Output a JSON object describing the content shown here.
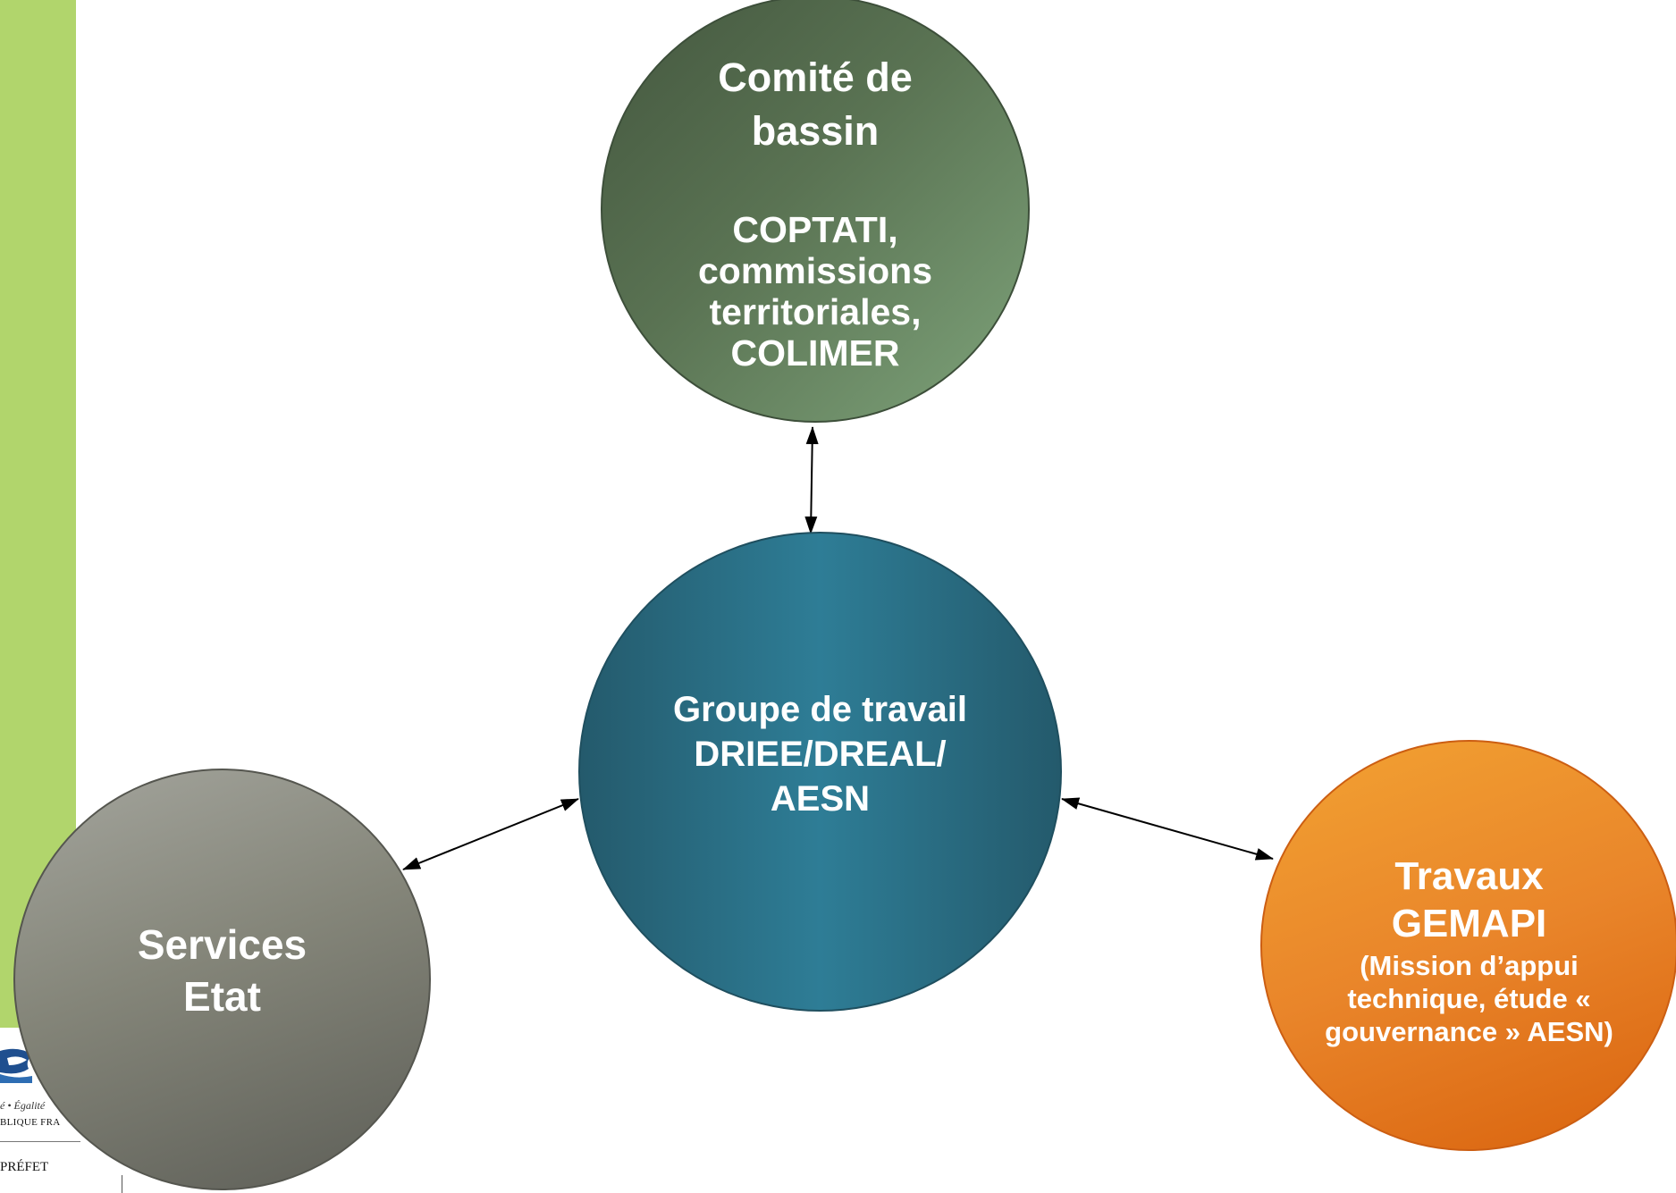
{
  "colors": {
    "side_band": "#b1d56c",
    "comite": "#5a7353",
    "groupe": "#2e7d96",
    "services": "#848579",
    "gemapi": "#e9852a",
    "arrow": "#000000"
  },
  "nodes": {
    "comite": {
      "title": "Comité de bassin",
      "subtitle": "COPTATI, commissions territoriales, COLIMER"
    },
    "groupe": {
      "title": "Groupe de travail DRIEE/DREAL/ AESN"
    },
    "services": {
      "title": "Services Etat"
    },
    "gemapi": {
      "title": "Travaux GEMAPI",
      "subtitle": "(Mission d’appui technique, étude « gouvernance » AESN)"
    }
  },
  "links": [
    {
      "from": "comite",
      "to": "groupe",
      "direction": "both"
    },
    {
      "from": "services",
      "to": "groupe",
      "direction": "both"
    },
    {
      "from": "groupe",
      "to": "gemapi",
      "direction": "both"
    }
  ],
  "logo": {
    "motto": "é • Égalité",
    "republic": "BLIQUE FRA",
    "prefet": "PRÉFET"
  }
}
